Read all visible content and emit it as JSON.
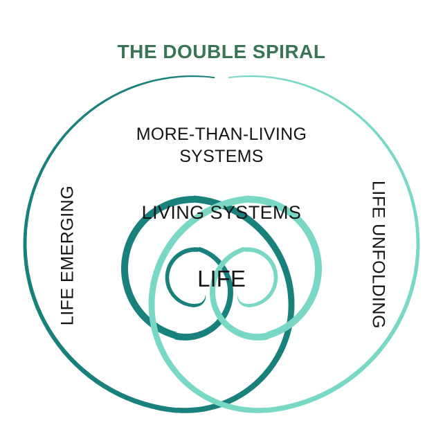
{
  "title": {
    "text": "THE DOUBLE SPIRAL"
  },
  "diagram": {
    "outer_label_line1": "MORE-THAN-LIVING",
    "outer_label_line2": "SYSTEMS",
    "middle_label": "LIVING SYSTEMS",
    "inner_label": "LIFE",
    "left_label": "LIFE EMERGING",
    "right_label": "LIFE UNFOLDING"
  },
  "colors": {
    "background": "#ffffff",
    "dark_spiral": "#19817b",
    "light_spiral": "#79d8c5",
    "title_green": "#3a7454",
    "text": "#141414"
  }
}
